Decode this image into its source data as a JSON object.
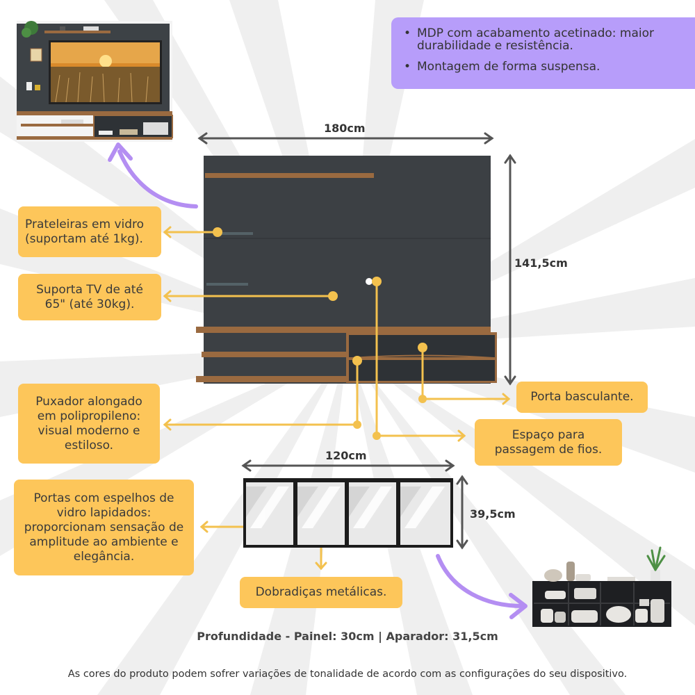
{
  "features": [
    "MDP com acabamento acetinado: maior durabilidade e resistência.",
    "Montagem de forma suspensa."
  ],
  "dimensions": {
    "panel_width": "180cm",
    "panel_height": "141,5cm",
    "sideboard_width": "120cm",
    "sideboard_height": "39,5cm",
    "depth": "Profundidade - Painel: 30cm | Aparador: 31,5cm"
  },
  "callouts": {
    "shelves": "Prateleiras em vidro (suportam até 1kg).",
    "tv_support": "Suporta TV de até 65\" (até 30kg).",
    "handle": "Puxador alongado em polipropileno: visual moderno e estiloso.",
    "flap_door": "Porta basculante.",
    "cable_space": "Espaço para passagem de fios.",
    "mirror_doors": "Portas com espelhos de vidro lapidados: proporcionam sensação de amplitude ao ambiente e elegância.",
    "hinges": "Dobradiças metálicas."
  },
  "disclaimer": "As cores do produto podem sofrer variações de tonalidade de acordo com as configurações do seu dispositivo.",
  "colors": {
    "callout": "#fdc65a",
    "purple": "#b79dfa",
    "arrow_purple": "#b48ef2",
    "panel": "#3c4044",
    "wood": "#9a6a40",
    "connector": "#f3c14e"
  }
}
